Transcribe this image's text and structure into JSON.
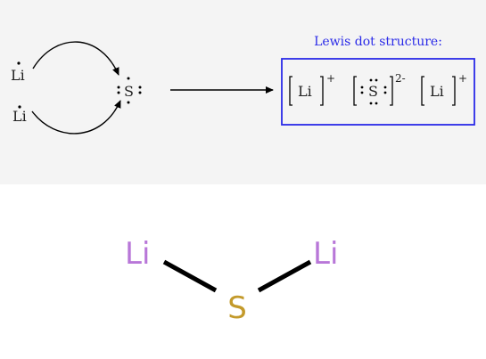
{
  "reaction": {
    "reactant_atoms": [
      "Li",
      "Li"
    ],
    "center_atom": "S",
    "lewis_title": "Lewis dot structure:",
    "products": [
      {
        "symbol": "Li",
        "charge": "+"
      },
      {
        "symbol": "S",
        "charge": "2-"
      },
      {
        "symbol": "Li",
        "charge": "+"
      }
    ]
  },
  "structure": {
    "atoms": [
      "Li",
      "S",
      "Li"
    ],
    "colors": {
      "li": "#b877d8",
      "s": "#c39a2b",
      "box": "#2a2ae8",
      "title": "#2a2ae8",
      "bond": "#000000"
    }
  }
}
